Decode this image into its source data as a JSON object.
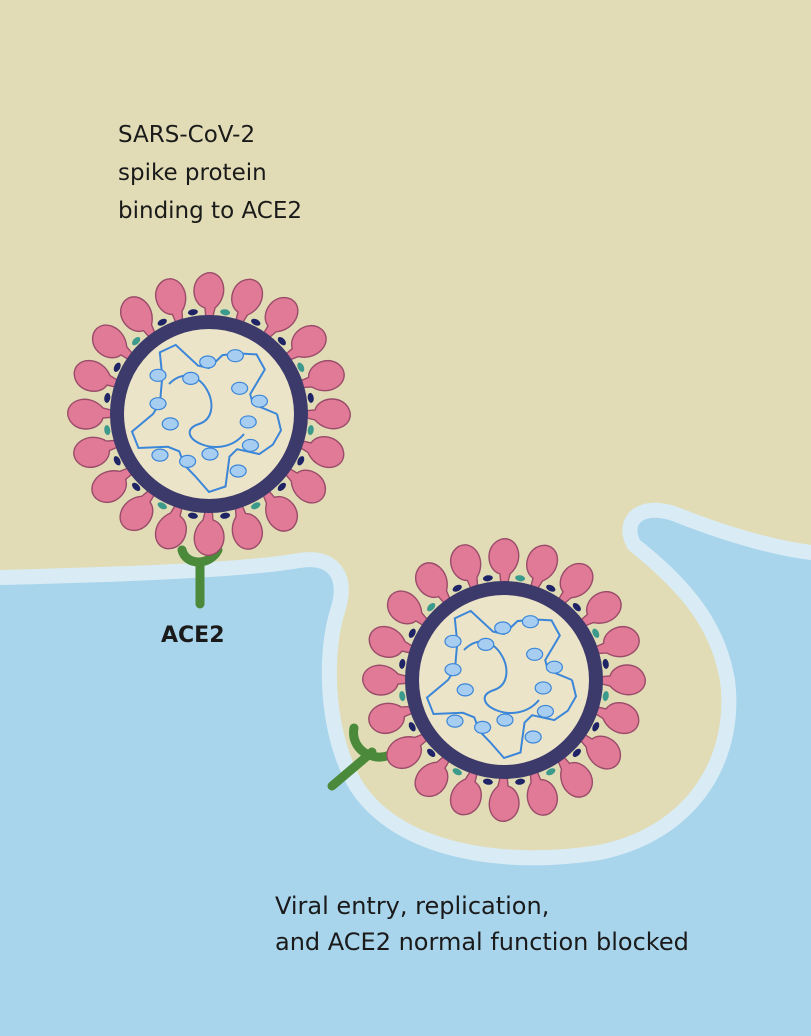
{
  "title_lines": [
    "SARS-CoV-2",
    "spike protein",
    "binding to ACE2"
  ],
  "receptor_label": "ACE2",
  "caption_lines": [
    "Viral entry, replication,",
    "and ACE2 normal function blocked"
  ],
  "colors": {
    "extracellular": "#e1dcb6",
    "cell": "#a9d5ec",
    "membrane": "#d9ecf5",
    "spike": "#e07a96",
    "spike_outline": "#9a4b6a",
    "envelope": "#3c3a6b",
    "envelope_dots": "#1f2466",
    "envelope_teal": "#3b9a8c",
    "virus_interior": "#ece4c8",
    "rna": "#3b86d8",
    "nucleocapsid": "#a7cdf1",
    "ace2": "#4a8a3a"
  },
  "icons": [
    "virus-particle",
    "ace2-receptor",
    "spike-protein",
    "viral-rna"
  ]
}
